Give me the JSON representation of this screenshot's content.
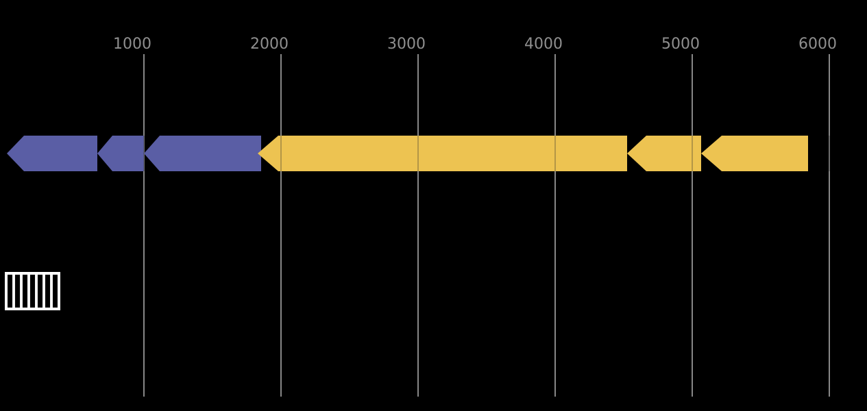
{
  "figure": {
    "kind": "genome feature arrow map on coordinate axis",
    "background": "#000000"
  },
  "chart_data": {
    "type": "gene-arrow-map",
    "title": "",
    "xlabel": "",
    "ylabel": "",
    "x_axis": {
      "position": "top",
      "ticks": [
        1000,
        2000,
        3000,
        4000,
        5000,
        6000
      ],
      "tick_labels": [
        "1000",
        "2000",
        "3000",
        "4000",
        "5000",
        "6000"
      ],
      "xlim": [
        -50,
        6275
      ],
      "gridlines": true
    },
    "features": [
      {
        "id": "feature-1",
        "start": 0,
        "end": 660,
        "strand": "-",
        "color": "#5a5ea5",
        "head_bp": 125
      },
      {
        "id": "feature-2",
        "start": 660,
        "end": 1000,
        "strand": "-",
        "color": "#5a5ea5",
        "head_bp": 110
      },
      {
        "id": "feature-3",
        "start": 1000,
        "end": 1855,
        "strand": "-",
        "color": "#5a5ea5",
        "head_bp": 115
      },
      {
        "id": "feature-4",
        "start": 1830,
        "end": 4525,
        "strand": "-",
        "color": "#edc351",
        "head_bp": 150
      },
      {
        "id": "feature-5",
        "start": 4525,
        "end": 5065,
        "strand": "-",
        "color": "#edc351",
        "head_bp": 140
      },
      {
        "id": "feature-6",
        "start": 5065,
        "end": 5845,
        "strand": "-",
        "color": "#edc351",
        "head_bp": 150
      }
    ],
    "colors": {
      "feature_blue": "#5a5ea5",
      "feature_yellow": "#edc351",
      "gridline": "#878787",
      "tick_label": "#8f8f8f",
      "background": "#000000",
      "legend_hatch": "#f5f5f5",
      "legend_border": "#ffffff"
    },
    "legend_position": "bottom-left"
  },
  "legend": {
    "swatch_style": "vertical-hatch",
    "label": ""
  }
}
